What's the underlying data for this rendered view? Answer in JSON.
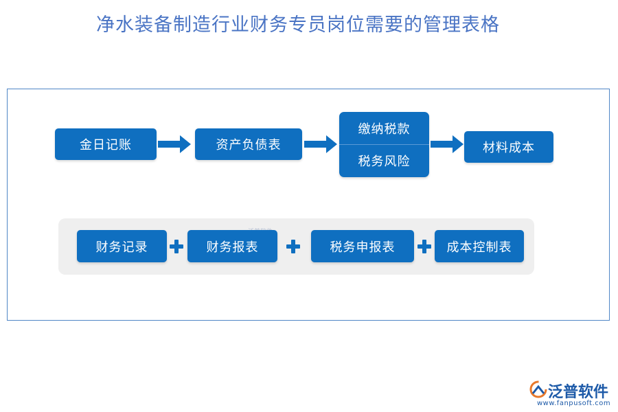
{
  "title": "净水装备制造行业财务专员岗位需要的管理表格",
  "flow": {
    "step1": "金日记账",
    "step2": "资产负债表",
    "step3a": "缴纳税款",
    "step3b": "税务风险",
    "step4": "材料成本"
  },
  "components": {
    "item1": "财务记录",
    "item2": "财务报表",
    "item3": "税务申报表",
    "item4": "成本控制表"
  },
  "watermark": "泛普软件",
  "logo": {
    "name": "泛普软件",
    "url": "www.fanpusoft.com"
  },
  "colors": {
    "box": "#0f6fc0",
    "title": "#4a74c4",
    "frame": "#4f86c6",
    "panel": "#efefef"
  }
}
